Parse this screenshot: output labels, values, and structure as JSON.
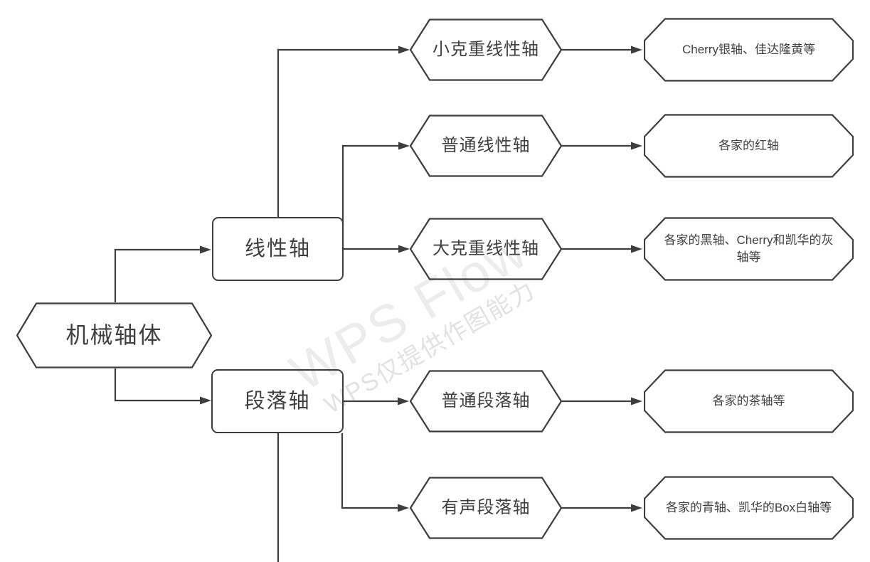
{
  "watermark": {
    "title": "WPS Flow",
    "subtitle": "WPS仅提供作图能力"
  },
  "nodes": {
    "root": {
      "label": "机械轴体"
    },
    "linear": {
      "label": "线性轴"
    },
    "tactile": {
      "label": "段落轴"
    },
    "light_linear": {
      "label": "小克重线性轴"
    },
    "normal_linear": {
      "label": "普通线性轴"
    },
    "heavy_linear": {
      "label": "大克重线性轴"
    },
    "normal_tactile": {
      "label": "普通段落轴"
    },
    "clicky_tactile": {
      "label": "有声段落轴"
    },
    "light_linear_examples": {
      "label": "Cherry银轴、佳达隆黄等"
    },
    "normal_linear_examples": {
      "label": "各家的红轴"
    },
    "heavy_linear_examples": {
      "label": "各家的黑轴、Cherry和凯华的灰轴等"
    },
    "normal_tactile_examples": {
      "label": "各家的茶轴等"
    },
    "clicky_tactile_examples": {
      "label": "各家的青轴、凯华的Box白轴等"
    }
  },
  "colors": {
    "line": "#3d3d3d",
    "node_text": "#3f3f3f",
    "watermark_large": "#ececec",
    "watermark_small": "#e2e2e2"
  }
}
